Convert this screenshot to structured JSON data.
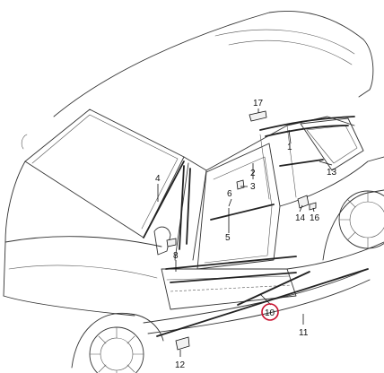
{
  "diagram": {
    "highlight_color": "#c8102e",
    "callouts": [
      {
        "id": "1",
        "text": "1"
      },
      {
        "id": "2",
        "text": "2"
      },
      {
        "id": "3",
        "text": "3"
      },
      {
        "id": "4",
        "text": "4"
      },
      {
        "id": "5",
        "text": "5"
      },
      {
        "id": "6",
        "text": "6"
      },
      {
        "id": "8",
        "text": "8"
      },
      {
        "id": "10",
        "text": "10",
        "highlighted": true
      },
      {
        "id": "11",
        "text": "11"
      },
      {
        "id": "12",
        "text": "12"
      },
      {
        "id": "13",
        "text": "13"
      },
      {
        "id": "14",
        "text": "14"
      },
      {
        "id": "16",
        "text": "16"
      },
      {
        "id": "17",
        "text": "17"
      }
    ]
  }
}
